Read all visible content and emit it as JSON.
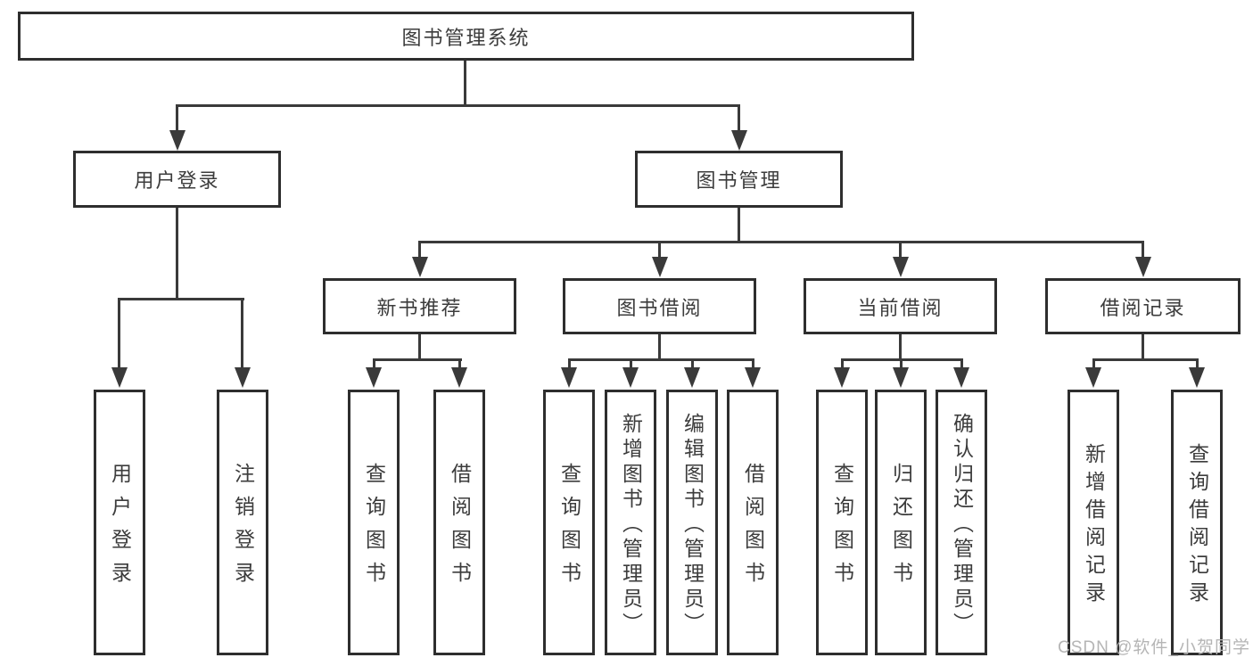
{
  "diagram_title": "图书管理系统",
  "nodes": {
    "root": {
      "label": "图书管理系统"
    },
    "user_login": {
      "label": "用户登录"
    },
    "book_mgmt": {
      "label": "图书管理"
    },
    "new_book_rec": {
      "label": "新书推荐"
    },
    "book_borrow": {
      "label": "图书借阅"
    },
    "current_borrow": {
      "label": "当前借阅"
    },
    "borrow_record": {
      "label": "借阅记录"
    },
    "leaf_user_login": {
      "label": "用户登录"
    },
    "leaf_logout": {
      "label": "注销登录"
    },
    "leaf_rec_query": {
      "label": "查询图书"
    },
    "leaf_rec_borrow": {
      "label": "借阅图书"
    },
    "leaf_bb_query": {
      "label": "查询图书"
    },
    "leaf_bb_add": {
      "label": "新增图书（管理员）"
    },
    "leaf_bb_edit": {
      "label": "编辑图书（管理员）"
    },
    "leaf_bb_borrow": {
      "label": "借阅图书"
    },
    "leaf_cb_query": {
      "label": "查询图书"
    },
    "leaf_cb_return": {
      "label": "归还图书"
    },
    "leaf_cb_confirm": {
      "label": "确认归还（管理员）"
    },
    "leaf_br_add": {
      "label": "新增借阅记录"
    },
    "leaf_br_query": {
      "label": "查询借阅记录"
    }
  },
  "watermark": "CSDN @软件_小贺同学",
  "colors": {
    "line": "#3a3a3a",
    "box_border": "#2e2e2e",
    "text": "#3c3c3c",
    "watermark": "#b5b5b5",
    "background": "#ffffff"
  }
}
